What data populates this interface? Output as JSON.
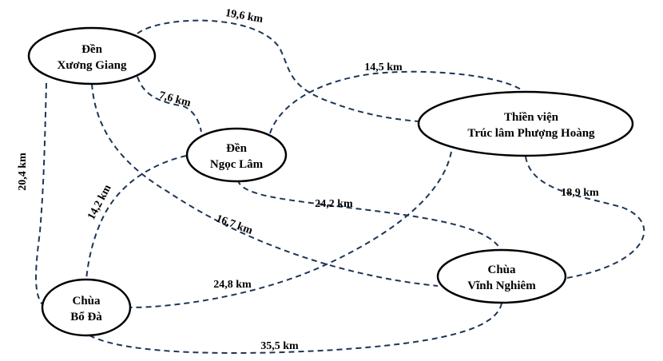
{
  "colors": {
    "edge": "#1d3557",
    "node_stroke": "#000000"
  },
  "nodes": {
    "xuong_giang": {
      "line1": "Đền",
      "line2": "Xương Giang"
    },
    "ngoc_lam": {
      "line1": "Đền",
      "line2": "Ngọc Lâm"
    },
    "truc_lam": {
      "line1": "Thiền viện",
      "line2": "Trúc lâm Phượng Hoàng"
    },
    "vinh_nghiem": {
      "line1": "Chùa",
      "line2": "Vĩnh Nghiêm"
    },
    "bo_da": {
      "line1": "Chùa",
      "line2": "Bổ Đà"
    }
  },
  "edges": {
    "xg_tl": "19,6 km",
    "xg_nl": "7,6 km",
    "nl_tl": "14,5 km",
    "xg_bd": "20,4 km",
    "xg_vn": "16,7 km",
    "nl_bd": "14,2 km",
    "nl_vn": "24,2 km",
    "tl_bd": "24,8 km",
    "tl_vn": "18,9 km",
    "bd_vn": "35,5 km"
  }
}
